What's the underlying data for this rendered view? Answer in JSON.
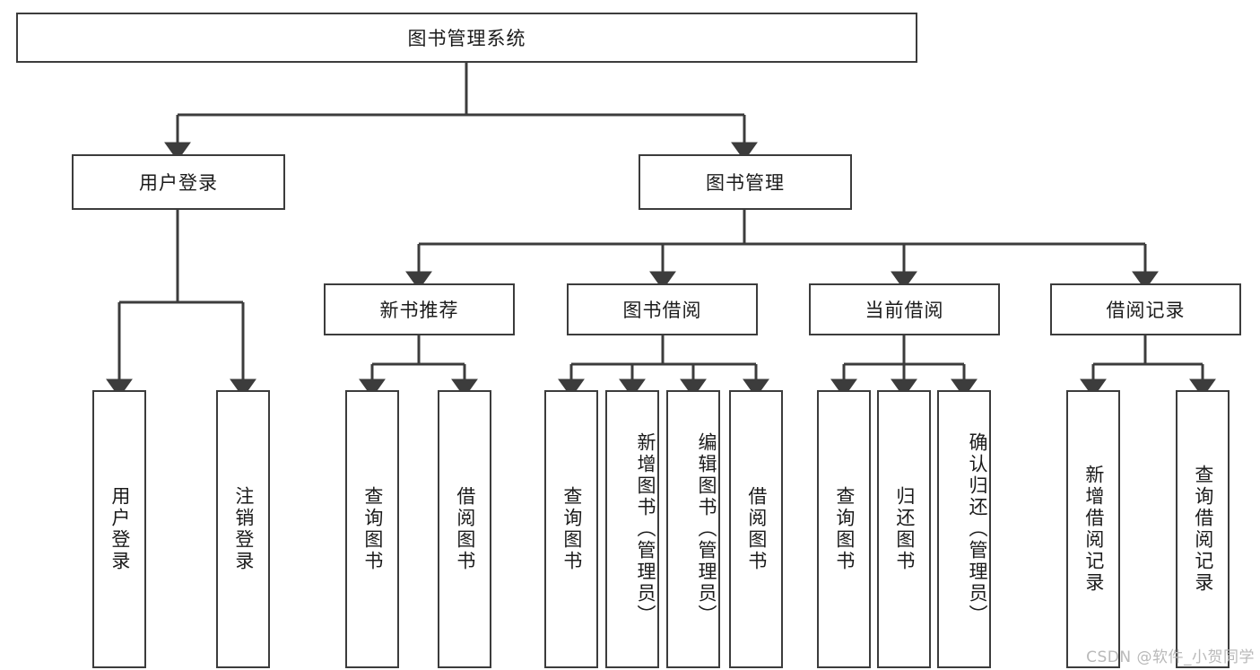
{
  "diagram": {
    "title": "图书管理系统",
    "background_color": "#ffffff",
    "line_color": "#3c3c3c",
    "text_color": "#1b1b1b",
    "root": {
      "label": "图书管理系统"
    },
    "level2": [
      {
        "label": "用户登录"
      },
      {
        "label": "图书管理"
      }
    ],
    "level3": [
      {
        "label": "新书推荐"
      },
      {
        "label": "图书借阅"
      },
      {
        "label": "当前借阅"
      },
      {
        "label": "借阅记录"
      }
    ],
    "leaves": [
      {
        "label": "用户登录",
        "parent": "用户登录"
      },
      {
        "label": "注销登录",
        "parent": "用户登录"
      },
      {
        "label": "查询图书",
        "parent": "新书推荐"
      },
      {
        "label": "借阅图书",
        "parent": "新书推荐"
      },
      {
        "label": "查询图书",
        "parent": "图书借阅"
      },
      {
        "label": "新增图书（管理员）",
        "parent": "图书借阅"
      },
      {
        "label": "编辑图书（管理员）",
        "parent": "图书借阅"
      },
      {
        "label": "借阅图书",
        "parent": "图书借阅"
      },
      {
        "label": "查询图书",
        "parent": "当前借阅"
      },
      {
        "label": "归还图书",
        "parent": "当前借阅"
      },
      {
        "label": "确认归还（管理员）",
        "parent": "当前借阅"
      },
      {
        "label": "新增借阅记录",
        "parent": "借阅记录"
      },
      {
        "label": "查询借阅记录",
        "parent": "借阅记录"
      }
    ]
  },
  "watermark": {
    "text": "CSDN @软件_小贺同学"
  }
}
